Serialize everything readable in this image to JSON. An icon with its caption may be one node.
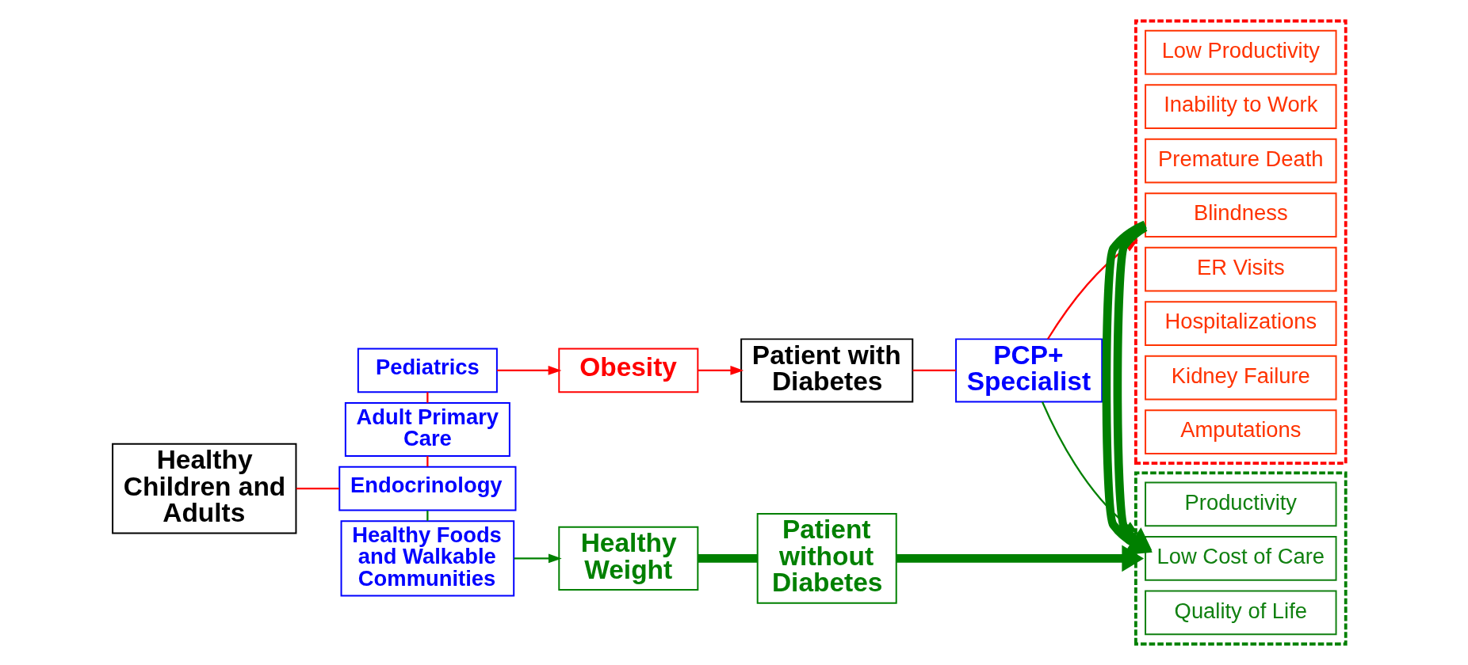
{
  "diagram": {
    "nodes": [
      {
        "text": [
          "Healthy Children and Adults"
        ]
      },
      {
        "text": [
          "Pediatrics"
        ]
      },
      {
        "text": [
          "Adult Primary Care"
        ]
      },
      {
        "text": [
          "Endocrinology"
        ]
      },
      {
        "text": [
          "Healthy Foods and Walkable Communities"
        ]
      },
      {
        "text": [
          "Obesity"
        ]
      },
      {
        "text": [
          "Patient with Diabetes"
        ]
      },
      {
        "text": [
          "PCP+ Specialist"
        ]
      },
      {
        "text": [],
        "shape": "box"
      },
      {
        "text": [
          "Amputations"
        ],
        "in": 8
      },
      {
        "text": [
          "Kidney Failure"
        ],
        "in": 8
      },
      {
        "text": [
          "Hospitalizations"
        ],
        "in": 8
      },
      {
        "text": [
          "ER Visits"
        ],
        "in": 8
      },
      {
        "text": [
          "Blindness"
        ],
        "in": 8
      },
      {
        "text": [
          "Premature Death"
        ],
        "in": 8
      },
      {
        "text": [
          "Inability to Work"
        ],
        "in": 8
      },
      {
        "text": [
          "Low Productivity"
        ],
        "in": 8
      },
      {
        "text": [
          "Healthy Weight"
        ]
      },
      {
        "text": [
          "Patient without Diabetes"
        ]
      },
      {
        "text": [],
        "shape": "box"
      },
      {
        "text": [
          "Quality of Life"
        ],
        "in": 19
      },
      {
        "text": [
          "Low Cost of Care"
        ],
        "in": 19
      },
      {
        "text": [
          "Productivity"
        ],
        "in": 19
      }
    ],
    "edges": [
      {
        "from": 0,
        "to": 3,
        "arrow": "none"
      },
      {
        "from": 1,
        "to": 2,
        "arrow": "none"
      },
      {
        "from": 2,
        "to": 3,
        "arrow": "none"
      },
      {
        "from": 3,
        "to": 4,
        "arrow": "none",
        "color": "#008000"
      },
      {
        "from": 1,
        "to": 5,
        "arrow": "to"
      },
      {
        "from": 5,
        "to": 6,
        "arrow": "to"
      },
      {
        "from": 6,
        "to": 7,
        "arrow": "none"
      },
      {
        "from": 7,
        "to": 8,
        "arrow": "to"
      },
      {
        "from": 4,
        "to": 17,
        "arrow": "to",
        "color": "#008000"
      },
      {
        "from": 17,
        "to": 18,
        "arrow": "none",
        "style": "thick",
        "color": "#008000"
      },
      {
        "from": 18,
        "to": 19,
        "arrow": "to",
        "style": "thick",
        "color": "#008000"
      },
      {
        "from": 7,
        "to": 19,
        "arrow": "to",
        "color": "#008000"
      },
      {
        "from": 8,
        "to": 19,
        "arrow": "to",
        "style": "thick",
        "color": "#008000"
      }
    ]
  }
}
